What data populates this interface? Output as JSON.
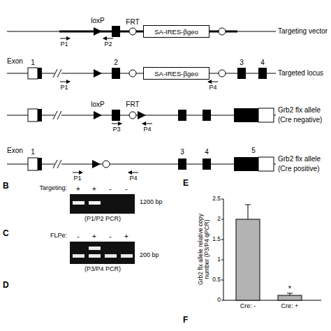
{
  "diagram": {
    "nodes": [
      {
        "text": [
          "SA-IRES-βgeo"
        ]
      },
      {
        "text": [
          "SA-IRES-βgeo"
        ]
      }
    ],
    "labels": [
      "loxP",
      "FRT",
      "Targeting vector",
      "P1",
      "P2",
      "Exon",
      "1",
      "2",
      "3",
      "4",
      "P1",
      "P4",
      "Targeted locus",
      "loxP",
      "FRT",
      "P3",
      "P4",
      "Grb2 flx allele",
      "(Cre negative)",
      "Exon",
      "1",
      "3",
      "4",
      "5",
      "P1",
      "P4",
      "Grb2 flx allele",
      "(Cre positive)",
      "B",
      "Targeting:",
      "+",
      "+",
      "-",
      "-",
      "1200 bp",
      "(P1/P2 PCR)",
      "C",
      "FLPe:",
      "-",
      "+",
      "-",
      "+",
      "200 bp",
      "(P3/P4 PCR)",
      "D",
      "E",
      "Grb2 flx allele relative copy number (P3/P4 qPCR)",
      "0",
      "0.5",
      "1",
      "1.5",
      "2",
      "2.5",
      "*",
      "Cre: -",
      "Cre: +",
      "F"
    ]
  }
}
